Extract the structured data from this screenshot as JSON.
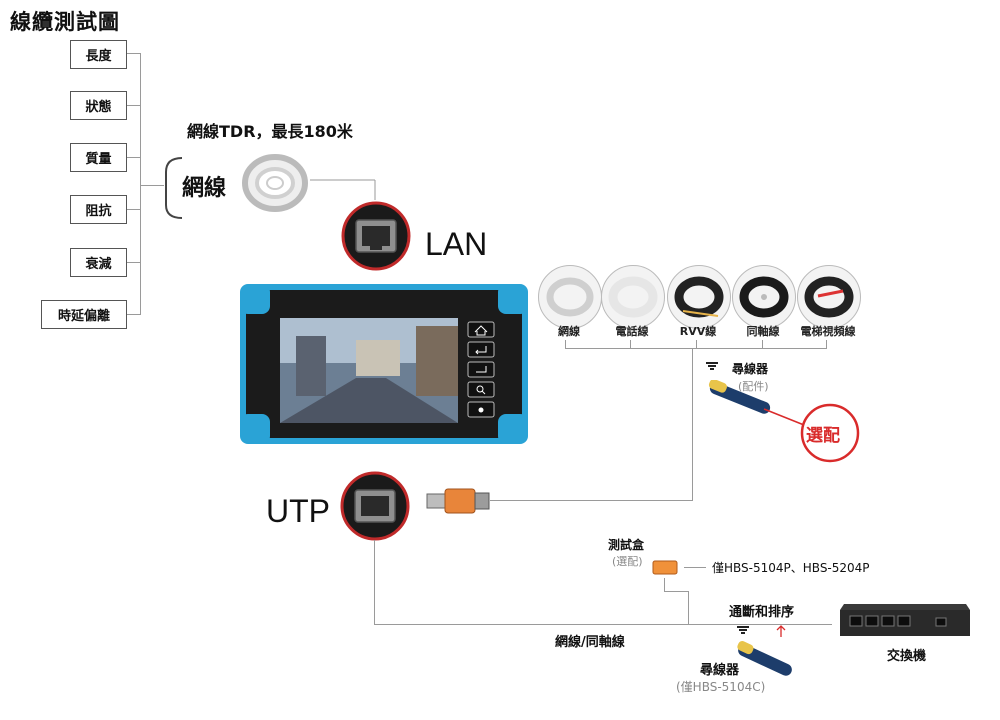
{
  "title": "線纜測試圖",
  "left_boxes": [
    "長度",
    "狀態",
    "質量",
    "阻抗",
    "衰減",
    "時延偏離"
  ],
  "tdr_note": "網線TDR，最長180米",
  "network_cable_label": "網線",
  "lan_label": "LAN",
  "utp_label": "UTP",
  "cable_types": [
    "網線",
    "電話線",
    "RVV線",
    "同軸線",
    "電梯視頻線"
  ],
  "tracer": {
    "label": "尋線器",
    "note": "(配件)",
    "badge": "選配"
  },
  "test_box": {
    "label": "測試盒",
    "note": "(選配)",
    "models": "僅HBS-5104P、HBS-5204P"
  },
  "continuity_label": "通斷和排序",
  "bottom_cable_label": "網線/同軸線",
  "bottom_tracer": {
    "label": "尋線器",
    "note": "(僅HBS-5104C)"
  },
  "switch_label": "交換機",
  "colors": {
    "device_frame": "#2aa3d6",
    "accent_red": "#d92b2b",
    "bnc_orange": "#e8853a",
    "wire": "#9a9a9a"
  },
  "icons": [
    "home-icon",
    "return-icon",
    "enter-icon",
    "zoom-icon",
    "brightness-icon"
  ]
}
